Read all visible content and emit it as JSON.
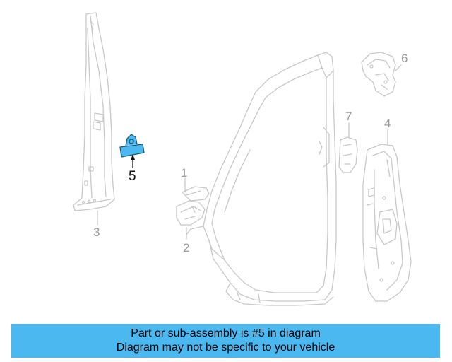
{
  "callouts": {
    "c1": "1",
    "c2": "2",
    "c3": "3",
    "c4": "4",
    "c5": "5",
    "c6": "6",
    "c7": "7"
  },
  "banner": {
    "line1": "Part or sub-assembly is #5 in diagram",
    "line2": "Diagram may not be specific to your vehicle"
  },
  "colors": {
    "highlight": "#4cb8f0",
    "banner_bg": "#4cb8f0",
    "line": "#c8c8c8",
    "callout_active": "#111111",
    "callout_inactive": "#9a9a9a"
  }
}
